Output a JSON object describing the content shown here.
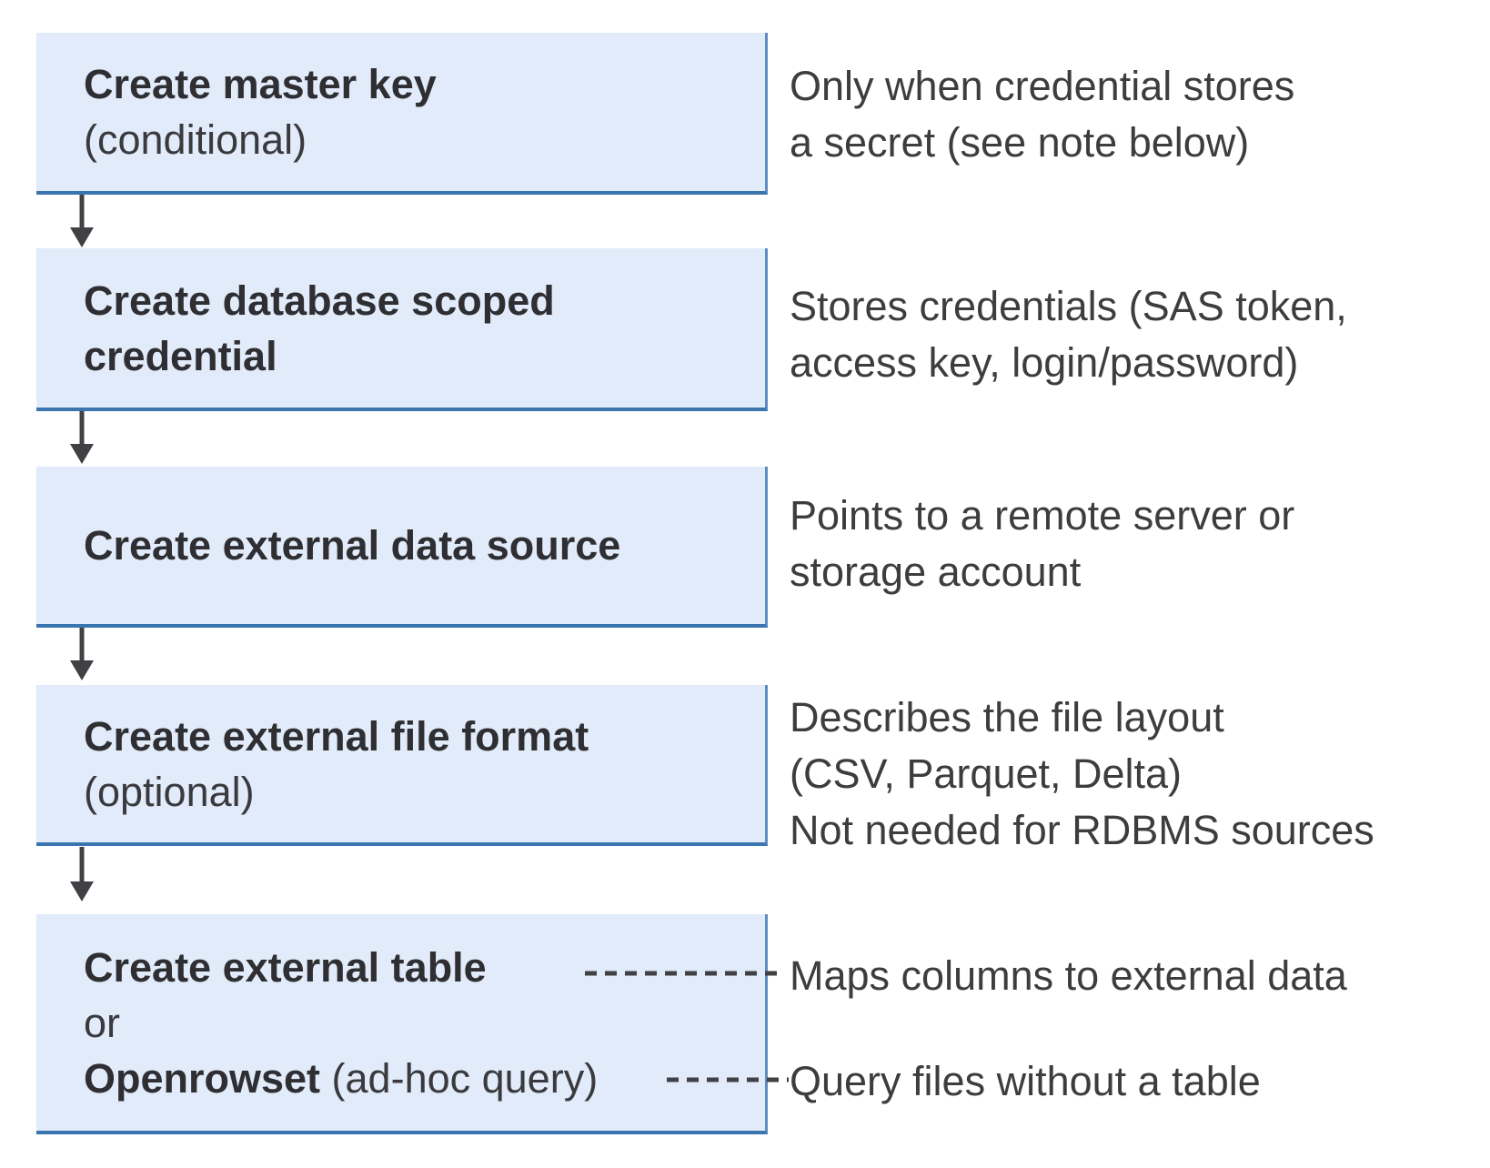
{
  "colors": {
    "background": "#ffffff",
    "box_fill": "#e1ebf9",
    "box_border_bottom": "#3b75af",
    "box_border_right": "#5e8cc2",
    "box_text": "#2f2f33",
    "note_text": "#3d3d40",
    "connector": "#404045"
  },
  "steps": [
    {
      "box_title": "Create master key",
      "box_subtitle": "(conditional)",
      "note_lines": [
        "Only when credential stores",
        "a secret (see note below)"
      ]
    },
    {
      "box_title_lines": [
        "Create database scoped",
        "credential"
      ],
      "note_lines": [
        "Stores credentials (SAS token,",
        "access key, login/password)"
      ]
    },
    {
      "box_title": "Create external data source",
      "note_lines": [
        "Points to a remote server or",
        "storage account"
      ]
    },
    {
      "box_title": "Create external file format",
      "box_subtitle": "(optional)",
      "note_lines": [
        "Describes the file layout",
        "(CSV, Parquet, Delta)",
        "Not needed for RDBMS sources"
      ]
    },
    {
      "box_line1_bold": "Create external table",
      "box_line2": "or",
      "box_line3_bold": "Openrowset",
      "box_line3_normal": " (ad-hoc query)",
      "note_table": "Maps columns to external data",
      "note_openrowset": "Query files without a table"
    }
  ]
}
